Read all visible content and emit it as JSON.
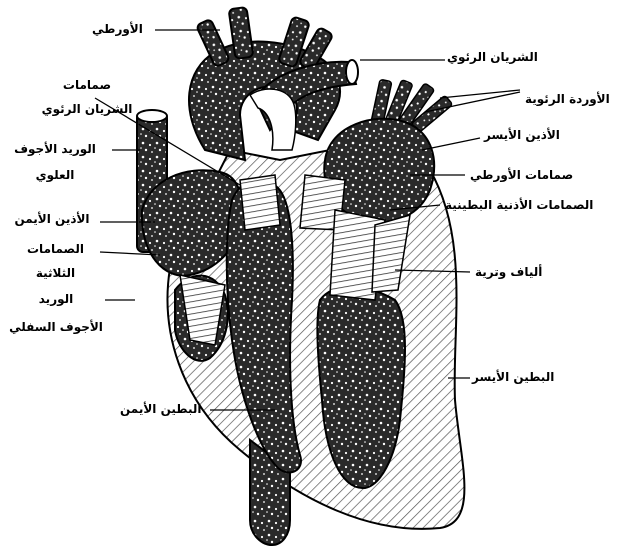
{
  "colors": {
    "background": "#ffffff",
    "ink": "#000000",
    "tissue": "#2a2a2a",
    "muscle_hatch": "#555555",
    "valve_fill": "#ffffff"
  },
  "labels": {
    "aorta": "الأورطي",
    "pulmonary_artery": "الشريان الرئوي",
    "pulmonary_veins": "الأوردة الرئوية",
    "pulmonary_valves_1": "صمامات",
    "pulmonary_valves_2": "الشريان الرئوي",
    "superior_vena_cava_1": "الوريد الأجوف",
    "superior_vena_cava_2": "العلوي",
    "left_atrium": "الأذين الأيسر",
    "aortic_valves": "صمامات الأورطي",
    "right_atrium_1": "الأذين الأيمن",
    "tricuspid_valves_1": "الصمامات",
    "tricuspid_valves_2": "الثلاثية",
    "inferior_vena_cava_1": "الوريد",
    "inferior_vena_cava_2": "الأجوف السفلي",
    "atrioventricular_valves": "الصمامات الأذنية البطينية",
    "chordae_tendineae": "ألياف وترية",
    "left_ventricle": "البطين الأيسر",
    "right_ventricle": "البطين الأيمن"
  }
}
